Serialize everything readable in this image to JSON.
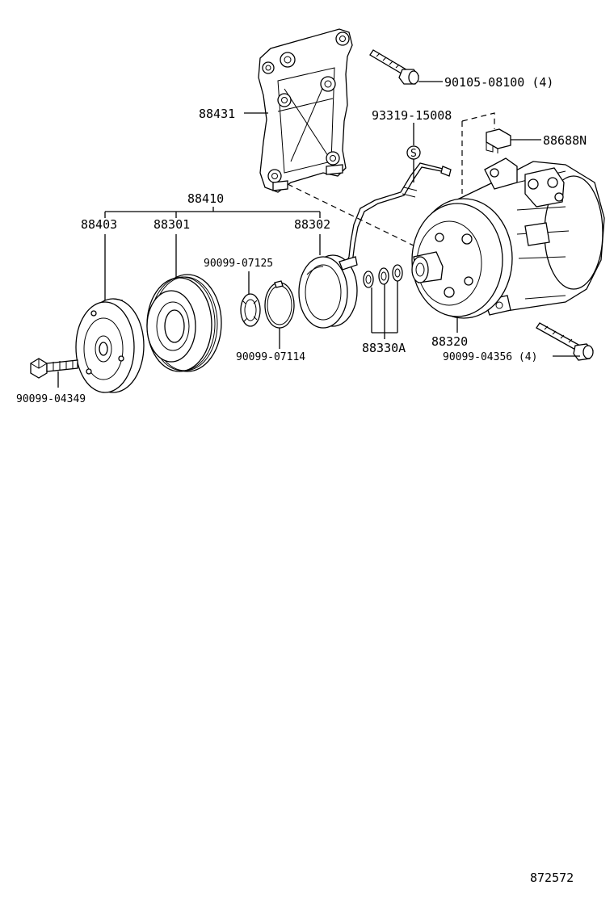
{
  "diagram": {
    "figure_number": "872572",
    "parts": {
      "p88431": "88431",
      "p90105": "90105-08100 (4)",
      "p93319": "93319-15008",
      "p88688N": "88688N",
      "p88410": "88410",
      "p88403": "88403",
      "p88301": "88301",
      "p88302": "88302",
      "p90099_07125": "90099-07125",
      "p90099_07114": "90099-07114",
      "p88330A": "88330A",
      "p88320": "88320",
      "p90099_04356": "90099-04356 (4)",
      "p90099_04349": "90099-04349"
    },
    "sensor_symbol": "S"
  }
}
